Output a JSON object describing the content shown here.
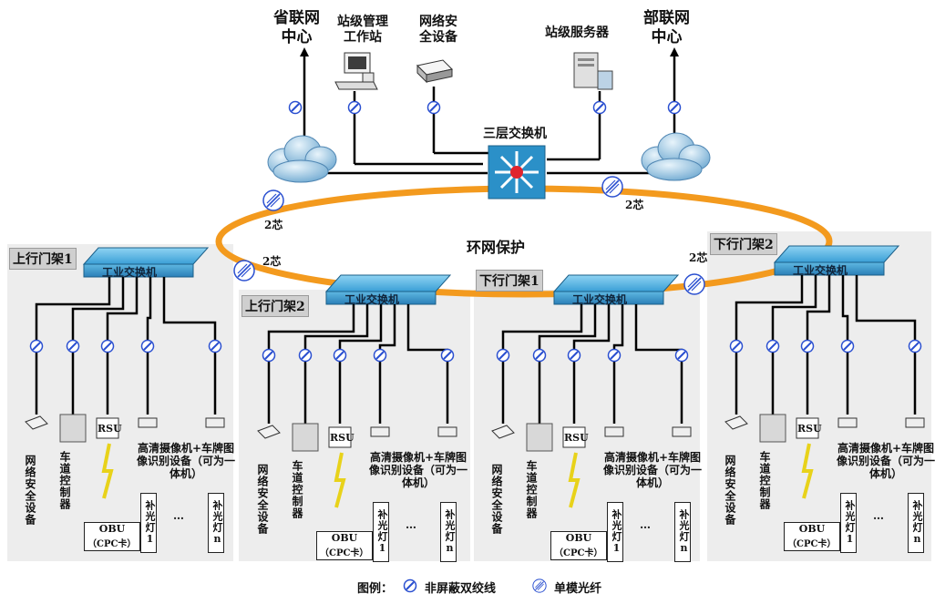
{
  "top": {
    "province_center": "省联网\n中心",
    "station_workstation": "站级管理\n工作站",
    "network_security": "网络安\n全设备",
    "station_server": "站级服务器",
    "ministry_center": "部联网\n中心",
    "core_switch": "三层交换机"
  },
  "ring": {
    "label": "环网保护",
    "fiber_count": "2芯"
  },
  "gantries": [
    {
      "tag": "上行门架1",
      "switch": "工业交换机"
    },
    {
      "tag": "上行门架2",
      "switch": "工业交换机"
    },
    {
      "tag": "下行门架1",
      "switch": "工业交换机"
    },
    {
      "tag": "下行门架2",
      "switch": "工业交换机"
    }
  ],
  "devices": {
    "net_security": "网络安全设备",
    "lane_controller": "车道控制器",
    "rsu": "RSU",
    "camera": "高清摄像机+车牌图像识别设备（可为一体机）",
    "obu": "OBU",
    "cpc": "（CPC卡）",
    "fill_light_1": "补光灯1",
    "fill_light_n": "补光灯n",
    "ellipsis": "…"
  },
  "legend": {
    "title": "图例：",
    "twisted_pair": "非屏蔽双绞线",
    "single_mode_fiber": "单模光纤",
    "colors": {
      "twisted": "#2a4fd0",
      "fiber": "#2a4fd0",
      "ring": "#f39a1e",
      "switch": "#3aa6d8"
    }
  }
}
